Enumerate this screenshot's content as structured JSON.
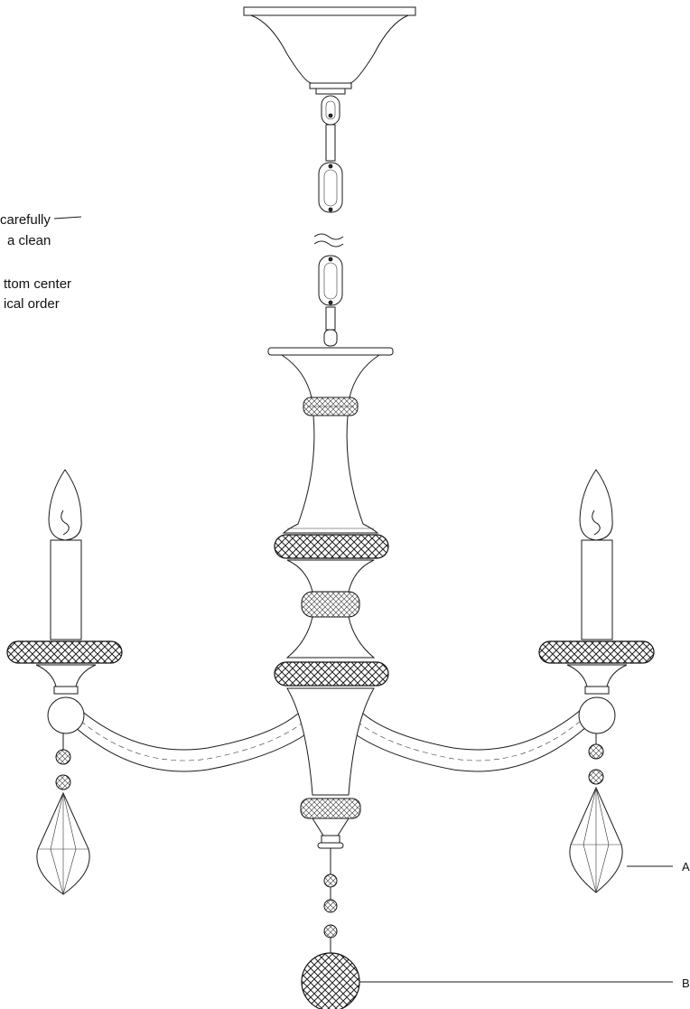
{
  "notes": {
    "line1": "carefully",
    "line2": "a clean",
    "line3": "ttom center",
    "line4": "ical order"
  },
  "callouts": {
    "a": "A",
    "b": "B"
  },
  "colors": {
    "line": "#1a1a1a",
    "background": "#ffffff"
  }
}
